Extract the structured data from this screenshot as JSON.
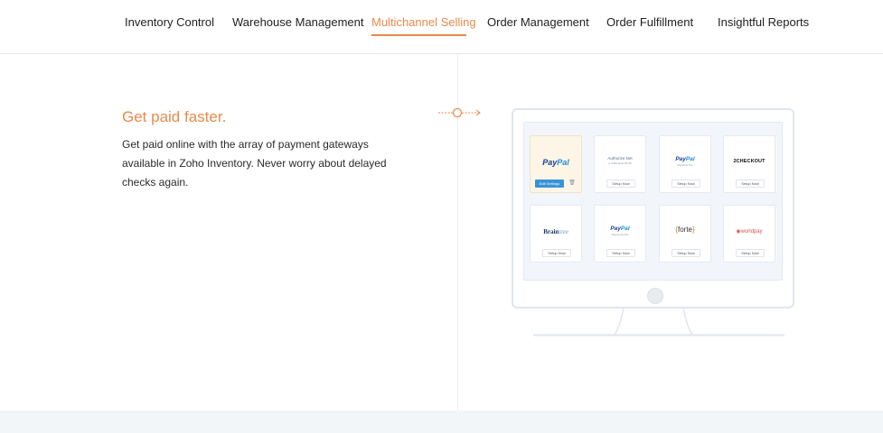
{
  "nav": {
    "items": [
      {
        "label": "Inventory Control"
      },
      {
        "label": "Warehouse Management"
      },
      {
        "label": "Multichannel Selling",
        "active": true
      },
      {
        "label": "Order Management"
      },
      {
        "label": "Order Fulfillment"
      },
      {
        "label": "Insightful Reports"
      }
    ],
    "accent_color": "#e98a4c"
  },
  "feature": {
    "title": "Get paid faster.",
    "description": "Get paid online with the array of payment gateways available in Zoho Inventory. Never worry about delayed checks again."
  },
  "gateways": [
    {
      "logo": "PayPal",
      "logo_a": "Pay",
      "logo_b": "Pal",
      "action": "Edit Settings",
      "selected": true
    },
    {
      "logo": "Authorize.Net",
      "sub": "A VISA SOLUTION",
      "action": "Setup Now"
    },
    {
      "logo_a": "Pay",
      "logo_b": "Pal",
      "sub": "PayFlow Pro",
      "action": "Setup Now"
    },
    {
      "logo": "2CHECKOUT",
      "action": "Setup Now"
    },
    {
      "logo_a": "Brain",
      "logo_b": "tree",
      "action": "Setup Now"
    },
    {
      "logo_a": "Pay",
      "logo_b": "Pal",
      "sub": "Payments Pro",
      "action": "Setup Now"
    },
    {
      "logo": "forte",
      "action": "Setup Now"
    },
    {
      "logo": "worldpay",
      "action": "Setup Now"
    }
  ]
}
